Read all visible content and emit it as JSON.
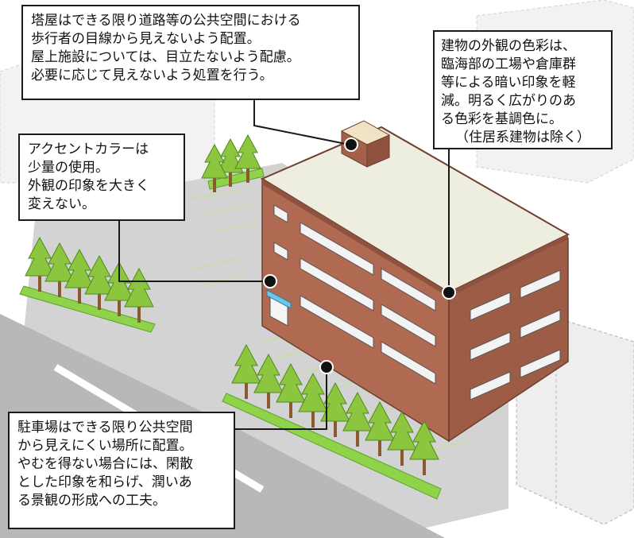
{
  "callouts": {
    "tower": {
      "lines": [
        "塔屋はできる限り道路等の公共空間における",
        "歩行者の目線から見えないよう配置。",
        "屋上施設については、目立たないよう配慮。",
        "必要に応じて見えないよう処置を行う。"
      ]
    },
    "color": {
      "lines": [
        "建物の外観の色彩は、",
        "臨海部の工場や倉庫群",
        "等による暗い印象を軽",
        "減。明るく広がりのあ",
        "る色彩を基調色に。",
        "（住居系建物は除く）"
      ]
    },
    "accent": {
      "lines": [
        "アクセントカラーは",
        "少量の使用。",
        "外観の印象を大きく",
        "変えない。"
      ]
    },
    "parking": {
      "lines": [
        "駐車場はできる限り公共空間",
        "から見えにくい場所に配置。",
        "やむを得ない場合には、閑散",
        "とした印象を和らげ、潤いあ",
        "る景観の形成への工夫。"
      ]
    }
  },
  "colors": {
    "brick": "#b06a52",
    "brick_dark": "#8f523e",
    "roof": "#eeeee0",
    "road": "#b8b8b8",
    "lot": "#d3d3d3",
    "grass": "#8fd34a",
    "tree": "#8cc63f",
    "trunk": "#8a5a2e",
    "ghost_building": "#eeeeee",
    "window": "#f3f3f3",
    "leader": "#1a1a1a"
  }
}
